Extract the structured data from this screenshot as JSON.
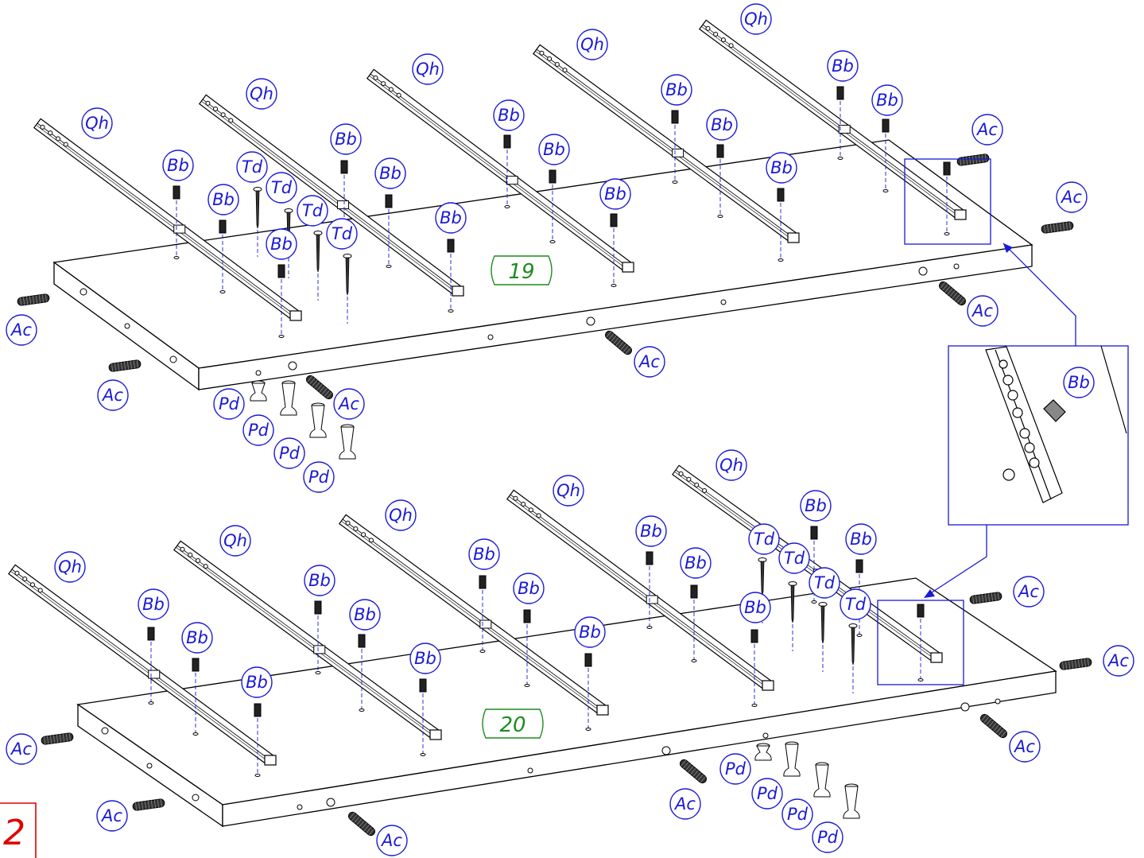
{
  "step_number": "2",
  "panels": [
    {
      "number": "19"
    },
    {
      "number": "20"
    }
  ],
  "parts": {
    "rail": "Qh",
    "cam_bolt": "Bb",
    "screw": "Td",
    "dowel": "Ac",
    "foot": "Pd"
  },
  "colors": {
    "callout": "#1a1ad6",
    "panel_label": "#1f8a1f",
    "step_box": "#e00000",
    "line": "#000000"
  }
}
